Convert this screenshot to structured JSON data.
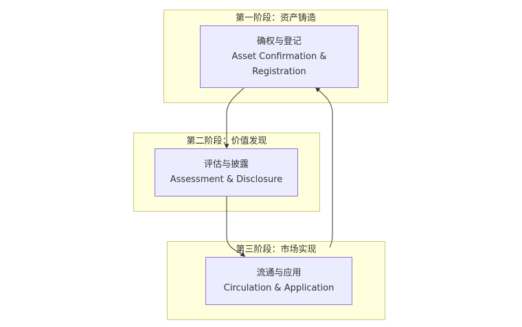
{
  "diagram": {
    "stages": [
      {
        "title": "第一阶段：资产铸造",
        "node": {
          "line_zh": "确权与登记",
          "line_en_1": "Asset Confirmation &",
          "line_en_2": "Registration"
        }
      },
      {
        "title": "第二阶段：价值发现",
        "node": {
          "line_zh": "评估与披露",
          "line_en_1": "Assessment & Disclosure"
        }
      },
      {
        "title": "第三阶段：市场实现",
        "node": {
          "line_zh": "流通与应用",
          "line_en_1": "Circulation & Application"
        }
      }
    ],
    "colors": {
      "cluster_fill": "#ffffde",
      "cluster_border": "#c8c87a",
      "node_fill": "#ececff",
      "node_border": "#9370db",
      "edge": "#333333"
    }
  }
}
